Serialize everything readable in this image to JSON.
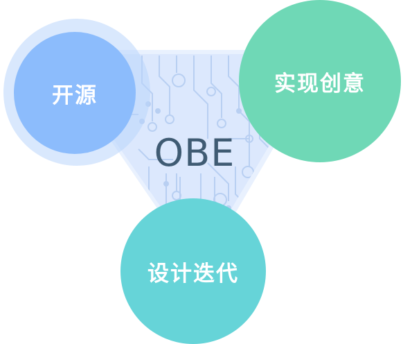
{
  "center_title": "OBE",
  "circles": {
    "top_left": "开源",
    "top_right": "实现创意",
    "bottom": "设计迭代"
  },
  "colors": {
    "top_left": "#8cbcfc",
    "top_right": "#6fd8b6",
    "bottom": "#66d4d8",
    "triangle": "#dce8fd",
    "circuit": "#b8cff2",
    "title": "#3f5b73"
  },
  "icons": [
    "circuit-pattern-graphic"
  ]
}
